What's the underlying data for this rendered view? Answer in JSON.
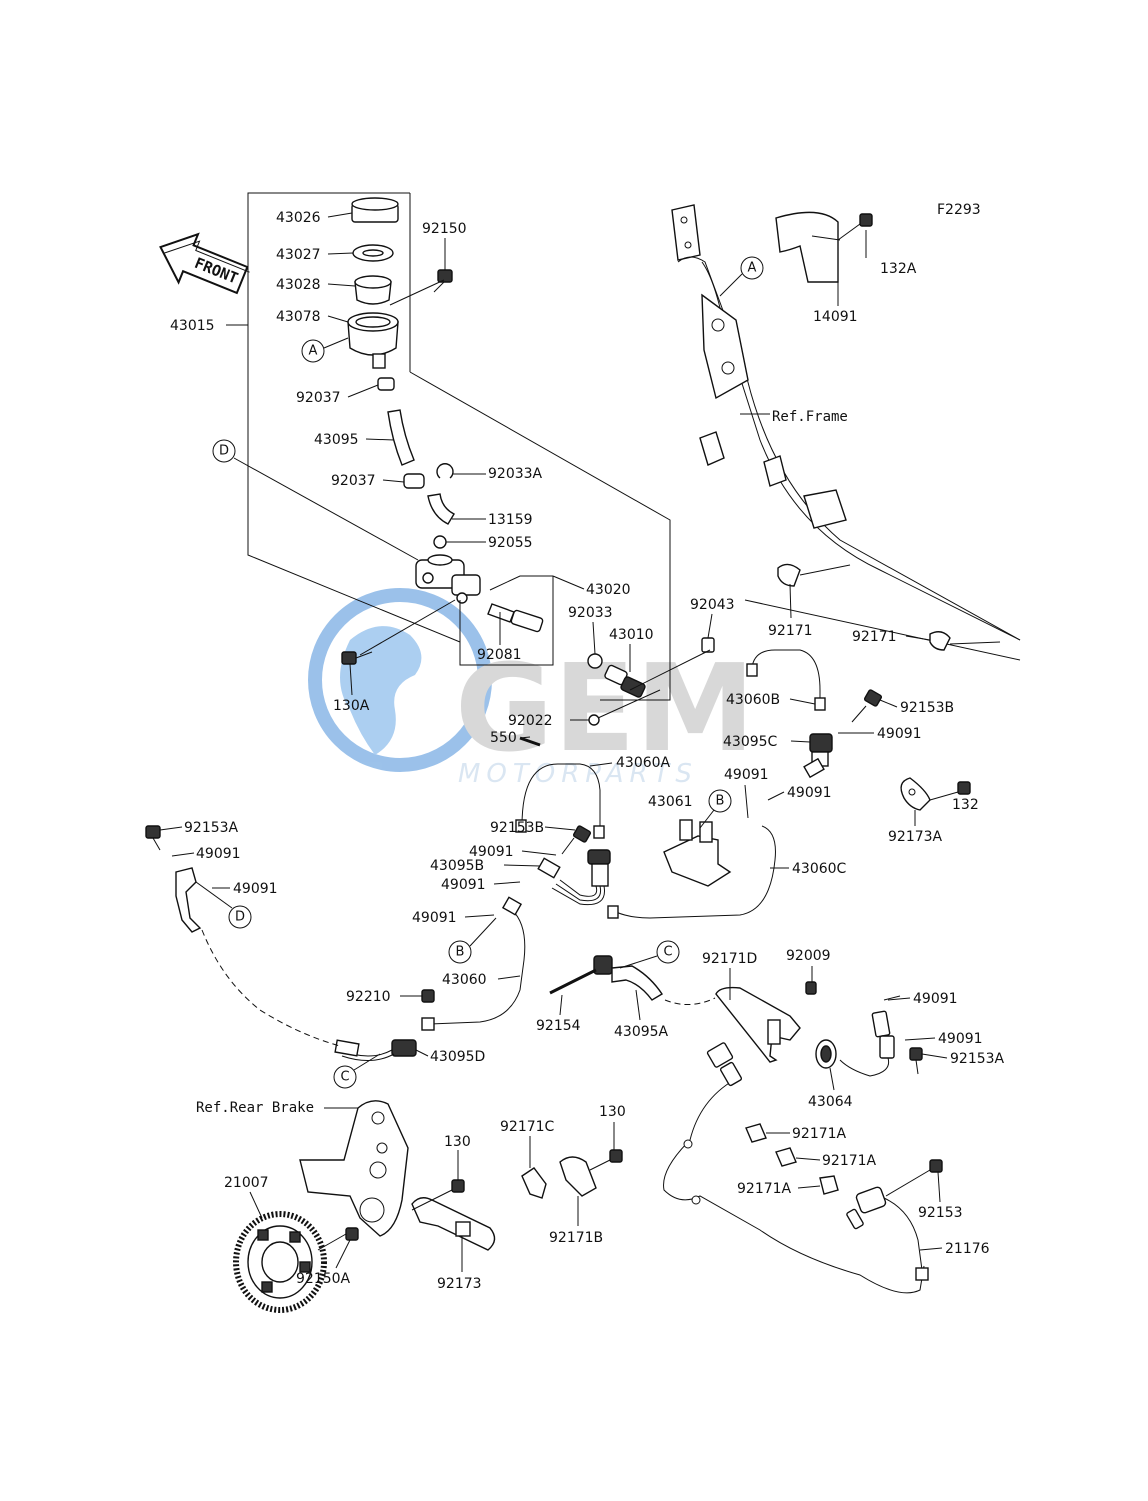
{
  "diagram": {
    "code": "F2293",
    "front_label": "FRONT",
    "watermark": {
      "brand": "GEM",
      "sub": "MOTORPARTS",
      "accent_color": "#4a90d9",
      "gray_color": "#b9b9b9"
    },
    "ref_labels": {
      "frame": "Ref.Frame",
      "rear_brake": "Ref.Rear Brake"
    },
    "callouts": {
      "A": "A",
      "B": "B",
      "C": "C",
      "D": "D"
    },
    "parts": [
      "43026",
      "43027",
      "43028",
      "43078",
      "43015",
      "92150",
      "92037",
      "43095",
      "92037",
      "92033A",
      "13159",
      "92055",
      "43020",
      "92033",
      "43010",
      "92081",
      "92043",
      "130A",
      "92022",
      "550",
      "43060A",
      "43060B",
      "92153B",
      "43095C",
      "49091",
      "49091",
      "49091",
      "43061",
      "92153B",
      "49091",
      "43095B",
      "49091",
      "43060C",
      "92153A",
      "49091",
      "49091",
      "49091",
      "43060",
      "92210",
      "43095D",
      "92154",
      "43095A",
      "92171D",
      "92009",
      "49091",
      "49091",
      "92153A",
      "43064",
      "132A",
      "14091",
      "92171",
      "92171",
      "132",
      "92173A",
      "130",
      "92171C",
      "130",
      "92171A",
      "92171A",
      "92171A",
      "92171B",
      "21007",
      "92150A",
      "92173",
      "92153",
      "21176"
    ]
  }
}
